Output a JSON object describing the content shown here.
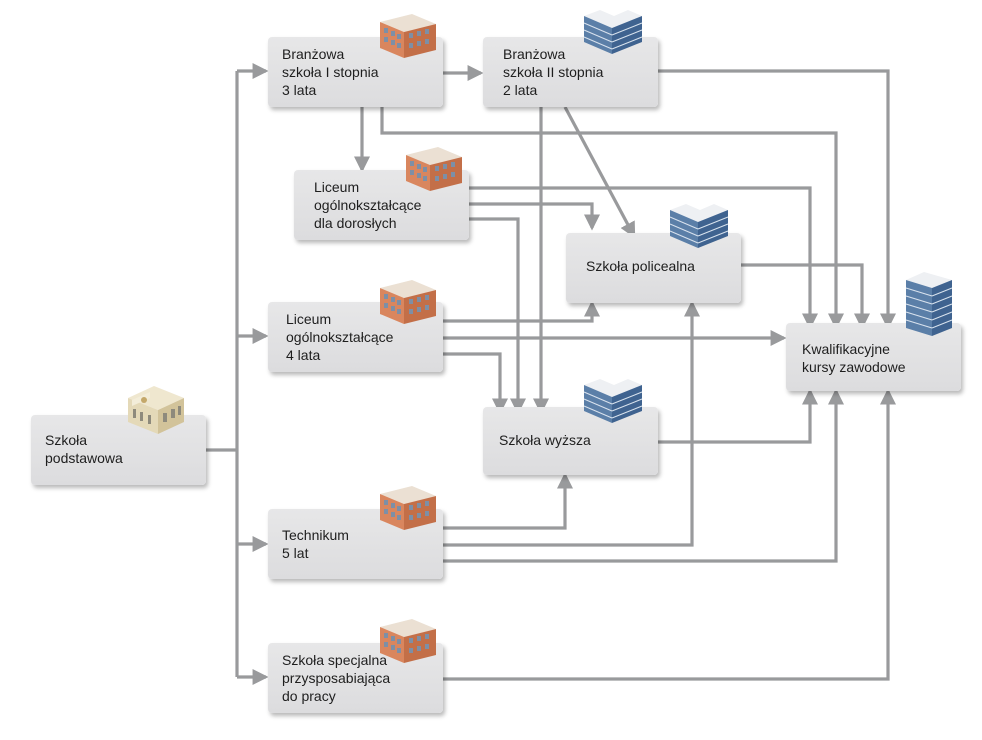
{
  "colors": {
    "connector": "#999a9c",
    "box": "#dedee0",
    "text": "#1e1e1e",
    "brick": "#cf7b52",
    "glass": "#4a6f9a",
    "stone": "#e6dcc0"
  },
  "nodes": {
    "podstawowa": {
      "lines": [
        "Szkoła",
        "podstawowa"
      ],
      "icon": "classic-building-icon"
    },
    "branzowa1": {
      "lines": [
        "Branżowa",
        "szkoła I stopnia",
        "3 lata"
      ],
      "icon": "brick-building-icon"
    },
    "branzowa2": {
      "lines": [
        "Branżowa",
        "szkoła II stopnia",
        "2 lata"
      ],
      "icon": "glass-office-icon"
    },
    "lo_dorosli": {
      "lines": [
        "Liceum",
        "ogólnokształcące",
        "dla dorosłych"
      ],
      "icon": "brick-building-icon"
    },
    "policealna": {
      "lines": [
        "Szkoła policealna"
      ],
      "icon": "glass-office-icon"
    },
    "lo": {
      "lines": [
        "Liceum",
        "ogólnokształcące",
        "4 lata"
      ],
      "icon": "brick-building-icon"
    },
    "kursy": {
      "lines": [
        "Kwalifikacyjne",
        "kursy zawodowe"
      ],
      "icon": "glass-tower-icon"
    },
    "wyzsza": {
      "lines": [
        "Szkoła wyższa"
      ],
      "icon": "glass-office-icon"
    },
    "technikum": {
      "lines": [
        "Technikum",
        "5 lat"
      ],
      "icon": "brick-building-icon"
    },
    "specjalna": {
      "lines": [
        "Szkoła specjalna",
        "przysposabiająca",
        "do pracy"
      ],
      "icon": "brick-building-icon"
    }
  },
  "edges": [
    [
      "podstawowa",
      "branzowa1"
    ],
    [
      "podstawowa",
      "lo"
    ],
    [
      "podstawowa",
      "technikum"
    ],
    [
      "podstawowa",
      "specjalna"
    ],
    [
      "branzowa1",
      "branzowa2"
    ],
    [
      "branzowa1",
      "lo_dorosli"
    ],
    [
      "branzowa1",
      "kursy"
    ],
    [
      "branzowa2",
      "kursy"
    ],
    [
      "branzowa2",
      "policealna"
    ],
    [
      "branzowa2",
      "wyzsza"
    ],
    [
      "lo_dorosli",
      "kursy"
    ],
    [
      "lo_dorosli",
      "policealna"
    ],
    [
      "lo_dorosli",
      "wyzsza"
    ],
    [
      "lo",
      "policealna"
    ],
    [
      "lo",
      "kursy"
    ],
    [
      "lo",
      "wyzsza"
    ],
    [
      "policealna",
      "kursy"
    ],
    [
      "wyzsza",
      "kursy"
    ],
    [
      "technikum",
      "wyzsza"
    ],
    [
      "technikum",
      "policealna"
    ],
    [
      "technikum",
      "kursy"
    ],
    [
      "specjalna",
      "kursy"
    ]
  ]
}
